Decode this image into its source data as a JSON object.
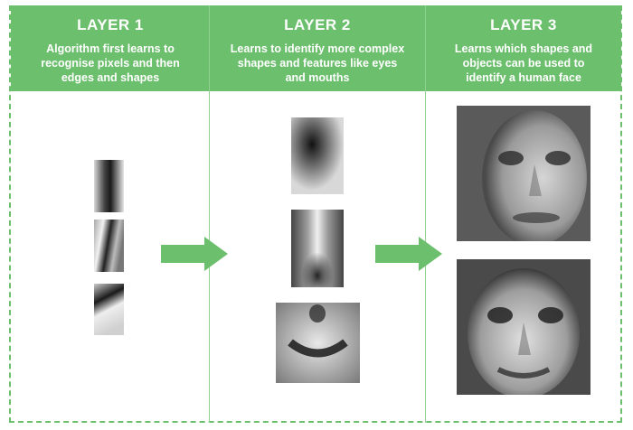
{
  "layers": [
    {
      "title": "LAYER 1",
      "description": "Algorithm first learns to recognise pixels and then edges and shapes"
    },
    {
      "title": "LAYER 2",
      "description": "Learns to identify more complex shapes and features like eyes and mouths"
    },
    {
      "title": "LAYER 3",
      "description": "Learns which shapes and objects can be used to identify a human face"
    }
  ],
  "colors": {
    "header_green": "#6cbf6d",
    "arrow_green": "#6cbf6d",
    "border": "#6cbf6d"
  }
}
